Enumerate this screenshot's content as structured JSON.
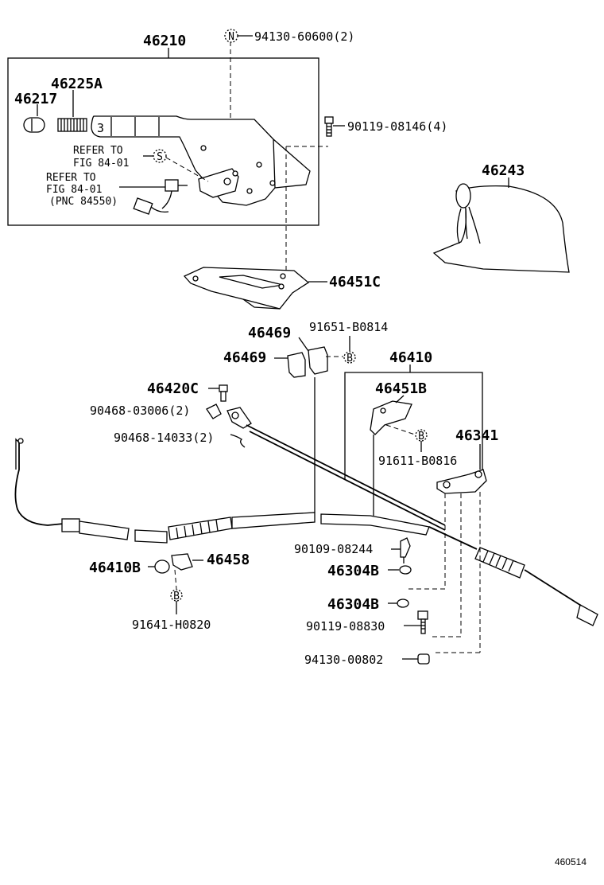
{
  "parts": {
    "p46210": "46210",
    "p94130_60600": "94130-60600(2)",
    "p46225A": "46225A",
    "p46217": "46217",
    "p90119_08146": "90119-08146(4)",
    "refer_to_1": "REFER TO",
    "fig_1": "FIG 84-01",
    "refer_to_2": "REFER TO",
    "fig_2": "FIG 84-01",
    "pnc": "(PNC 84550)",
    "p46243": "46243",
    "p46451C": "46451C",
    "p46469_a": "46469",
    "p91651_B0814": "91651-B0814",
    "p46469_b": "46469",
    "p46410": "46410",
    "p46420C": "46420C",
    "p46451B": "46451B",
    "p90468_03006": "90468-03006(2)",
    "p90468_14033": "90468-14033(2)",
    "p46341": "46341",
    "p91611_B0816": "91611-B0816",
    "p90109_08244": "90109-08244",
    "p46304B_a": "46304B",
    "p46410B": "46410B",
    "p46458": "46458",
    "p46304B_b": "46304B",
    "p90119_08830": "90119-08830",
    "p91641_H0820": "91641-H0820",
    "p94130_00802": "94130-00802"
  },
  "markers": {
    "n": "N",
    "s": "S",
    "b": "B"
  },
  "doc_id": "460514"
}
